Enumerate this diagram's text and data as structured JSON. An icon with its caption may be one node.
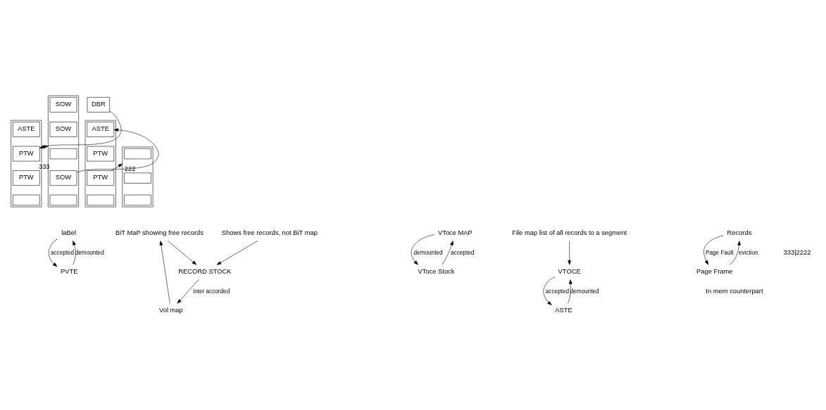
{
  "diagram": {
    "nodes": [
      {
        "text": [
          "DBR"
        ]
      },
      {
        "text": [],
        "shape": "box"
      },
      {
        "text": [
          "ASTE"
        ],
        "in": 1
      },
      {
        "text": [
          "PTW"
        ],
        "in": 1
      },
      {
        "text": [
          "PTW"
        ],
        "in": 1
      },
      {
        "text": [],
        "shape": "box",
        "in": 1
      },
      {
        "text": [],
        "shape": "box"
      },
      {
        "text": [
          "SOW"
        ],
        "in": 6
      },
      {
        "text": [
          "SOW"
        ],
        "in": 6
      },
      {
        "text": [],
        "shape": "box",
        "in": 6
      },
      {
        "text": [
          "SOW"
        ],
        "in": 6,
        "beside": [
          "333"
        ]
      },
      {
        "text": [],
        "shape": "box",
        "in": 6
      },
      {
        "text": [],
        "shape": "box"
      },
      {
        "text": [
          "ASTE"
        ],
        "in": 12
      },
      {
        "text": [
          "PTW"
        ],
        "in": 12
      },
      {
        "text": [
          "PTW"
        ],
        "in": 12
      },
      {
        "text": [],
        "shape": "box",
        "in": 12
      },
      {
        "text": [],
        "shape": "box"
      },
      {
        "text": [],
        "shape": "box",
        "in": 17
      },
      {
        "text": [],
        "shape": "box",
        "in": 17,
        "beside": [
          "222"
        ]
      },
      {
        "text": [],
        "shape": "box",
        "in": 17
      },
      {
        "text": [
          "laBel"
        ]
      },
      {
        "text": [
          "PVTE"
        ]
      },
      {
        "text": [
          "BiT MaP showing free records"
        ]
      },
      {
        "text": [
          "Vol map"
        ]
      },
      {
        "text": [
          "RECORD STOCK"
        ]
      },
      {
        "text": [
          "Shows free records, not BiT map"
        ]
      },
      {
        "text": [
          "VToce MAP"
        ]
      },
      {
        "text": [
          "VToce Stock"
        ]
      },
      {
        "text": [
          "File map list of all records to a segment"
        ]
      },
      {
        "text": [
          "VTOCE"
        ]
      },
      {
        "text": [
          "ASTE"
        ]
      },
      {
        "text": [
          "Records"
        ]
      },
      {
        "text": [
          "Page Frame"
        ]
      }
    ],
    "edges": [
      {
        "from": 0,
        "to": 3,
        "arrow": "to"
      },
      {
        "from": 3,
        "to": 6,
        "arrow": "to"
      },
      {
        "from": 10,
        "to": 13,
        "arrow": "to"
      },
      {
        "from": 15,
        "to": 17,
        "arrow": "to"
      },
      {
        "from": 21,
        "to": 22,
        "arrow": "to",
        "label": "accepted"
      },
      {
        "from": 22,
        "to": 21,
        "arrow": "to",
        "label": "demounted"
      },
      {
        "from": 24,
        "to": 23,
        "arrow": "to"
      },
      {
        "from": 23,
        "to": 25,
        "arrow": "to"
      },
      {
        "from": 25,
        "to": 24,
        "arrow": "to",
        "label": "inter accorded"
      },
      {
        "from": 26,
        "to": 25,
        "arrow": "to"
      },
      {
        "from": 28,
        "to": 27,
        "arrow": "to",
        "label": "accepted"
      },
      {
        "from": 27,
        "to": 28,
        "arrow": "to",
        "label": "demounted"
      },
      {
        "from": 29,
        "to": 30,
        "arrow": "to"
      },
      {
        "from": 30,
        "to": 31,
        "arrow": "to",
        "label": "accepted"
      },
      {
        "from": 31,
        "to": 30,
        "arrow": "to",
        "label": "demounted"
      },
      {
        "from": 32,
        "to": 33,
        "arrow": "to",
        "label": "Page Fault"
      },
      {
        "from": 33,
        "to": 32,
        "arrow": "to",
        "label": "eviction"
      }
    ],
    "labels": [
      "333|2222",
      "In mem counterpart"
    ]
  }
}
